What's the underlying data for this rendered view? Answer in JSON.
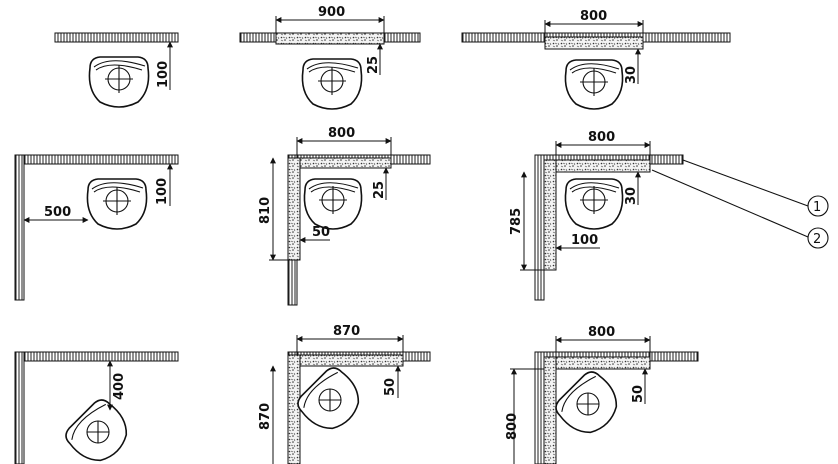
{
  "panels": [
    {
      "dims": [
        "100"
      ]
    },
    {
      "dims": [
        "900",
        "25"
      ]
    },
    {
      "dims": [
        "800",
        "30"
      ]
    },
    {
      "dims": [
        "500",
        "100"
      ]
    },
    {
      "dims": [
        "800",
        "810",
        "25",
        "50"
      ]
    },
    {
      "dims": [
        "800",
        "785",
        "30",
        "100"
      ]
    },
    {
      "dims": [
        "400"
      ]
    },
    {
      "dims": [
        "870",
        "870",
        "50"
      ]
    },
    {
      "dims": [
        "800",
        "800",
        "50"
      ]
    }
  ],
  "callouts": [
    "1",
    "2"
  ]
}
